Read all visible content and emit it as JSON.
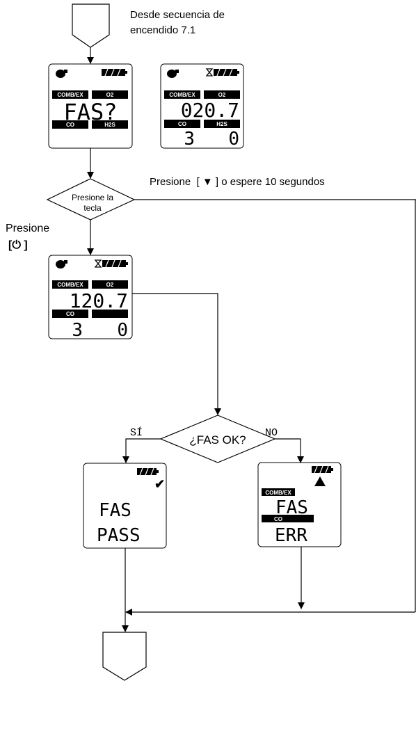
{
  "start_label": "Desde secuencia de encendido 7.1",
  "start_label_line1": "Desde secuencia de",
  "start_label_line2": "encendido 7.1",
  "press_or_wait": "Presione  [ ▼ ] o espere 10 segundos",
  "press_power_word": "Presione",
  "press_power_key": "[⏻ ]",
  "decision1_line1": "Presione la",
  "decision1_line2": "tecla",
  "decision2": "¿FAS OK?",
  "yes_label": "SÍ",
  "no_label": "NO",
  "displays": {
    "d1": {
      "lab_tl": "COMB/EX",
      "lab_tr": "O2",
      "lab_bl": "CO",
      "lab_br": "H2S",
      "main": "FAS?"
    },
    "d2": {
      "lab_tl": "COMB/EX",
      "lab_tr": "O2",
      "lab_bl": "CO",
      "lab_br": "H2S",
      "val_top": "020.7",
      "val_bl": "3",
      "val_br": "0"
    },
    "d3": {
      "lab_tl": "COMB/EX",
      "lab_tr": "O2",
      "lab_bl": "CO",
      "val_top": "120.7",
      "val_bl": "3",
      "val_br": "0"
    },
    "d4": {
      "line1": "FAS",
      "line2": "PASS"
    },
    "d5": {
      "lab_tl": "COMB/EX",
      "lab_bl": "CO",
      "line1": "FAS",
      "line2": "ERR"
    }
  },
  "colors": {
    "stroke": "#000000",
    "background": "#ffffff"
  },
  "icons": [
    "pump-icon",
    "battery-icon",
    "hourglass-icon",
    "checkmark-icon",
    "warning-icon",
    "power-icon",
    "down-triangle-icon"
  ]
}
